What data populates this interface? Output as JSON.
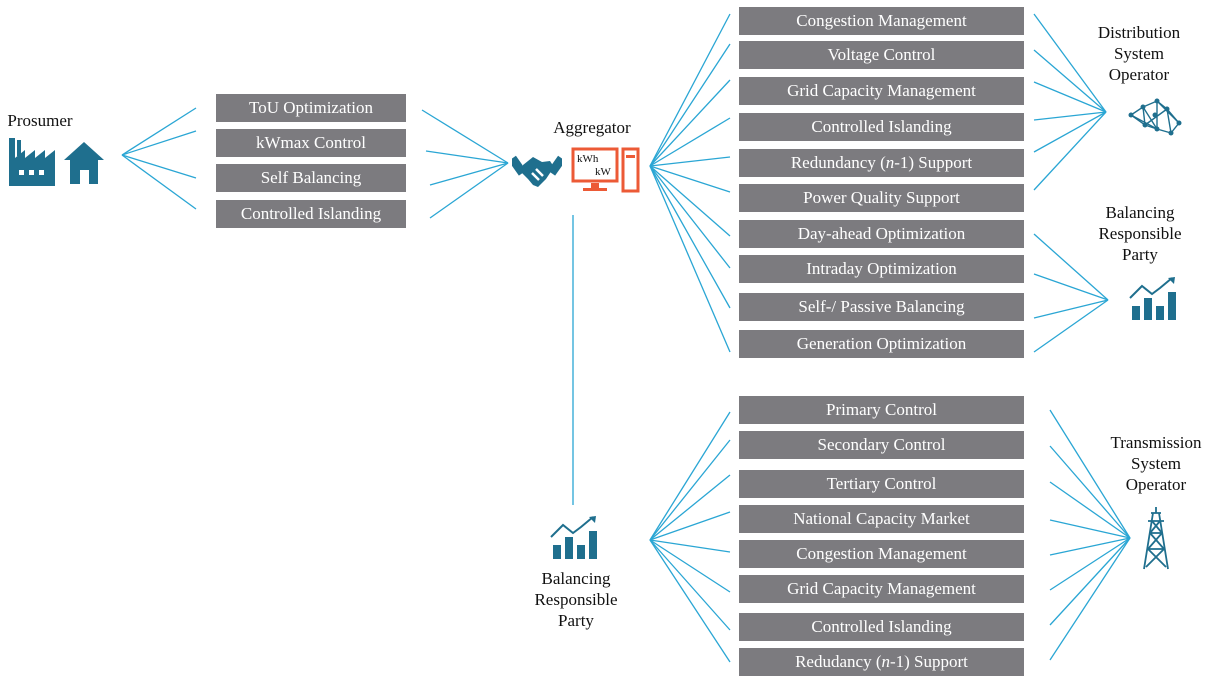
{
  "colors": {
    "box_fill": "#7c7b7f",
    "box_text": "#ffffff",
    "connector": "#2aa6d4",
    "icon_teal": "#1f6f8e",
    "aggregator_accent": "#ec5a36"
  },
  "actors": {
    "prosumer": {
      "label": "Prosumer",
      "icons": [
        "factory-icon",
        "house-icon"
      ]
    },
    "aggregator": {
      "label": "Aggregator",
      "icons": [
        "handshake-icon",
        "smart-meter-icon"
      ],
      "meter_text": [
        "kWh",
        "kW"
      ]
    },
    "dso": {
      "label": [
        "Distribution",
        "System",
        "Operator"
      ],
      "icon": "network-grid-icon"
    },
    "brp_right": {
      "label": [
        "Balancing",
        "Responsible",
        "Party"
      ],
      "icon": "bar-chart-growth-icon"
    },
    "brp_bottom": {
      "label": [
        "Balancing",
        "Responsible",
        "Party"
      ],
      "icon": "bar-chart-growth-icon"
    },
    "tso": {
      "label": [
        "Transmission",
        "System",
        "Operator"
      ],
      "icon": "transmission-tower-icon"
    }
  },
  "prosumer_services": [
    {
      "text": "ToU Optimization"
    },
    {
      "text": "kWmax Control"
    },
    {
      "text": "Self Balancing"
    },
    {
      "text": "Controlled Islanding"
    }
  ],
  "dso_services": [
    {
      "text": "Congestion Management"
    },
    {
      "text": "Voltage Control"
    },
    {
      "text": "Grid Capacity Management"
    },
    {
      "text": "Controlled Islanding"
    },
    {
      "pre": "Redundancy (",
      "em": "n",
      "post": "-1) Support"
    },
    {
      "text": "Power Quality Support"
    }
  ],
  "brp_services": [
    {
      "text": "Day-ahead Optimization"
    },
    {
      "text": "Intraday Optimization"
    },
    {
      "text": "Self-/ Passive Balancing"
    },
    {
      "text": "Generation Optimization"
    }
  ],
  "tso_services": [
    {
      "text": "Primary Control"
    },
    {
      "text": "Secondary Control"
    },
    {
      "text": "Tertiary Control"
    },
    {
      "text": "National Capacity Market"
    },
    {
      "text": "Congestion Management"
    },
    {
      "text": "Grid Capacity Management"
    },
    {
      "text": "Controlled Islanding"
    },
    {
      "pre": "Redudancy (",
      "em": "n",
      "post": "-1) Support"
    }
  ]
}
